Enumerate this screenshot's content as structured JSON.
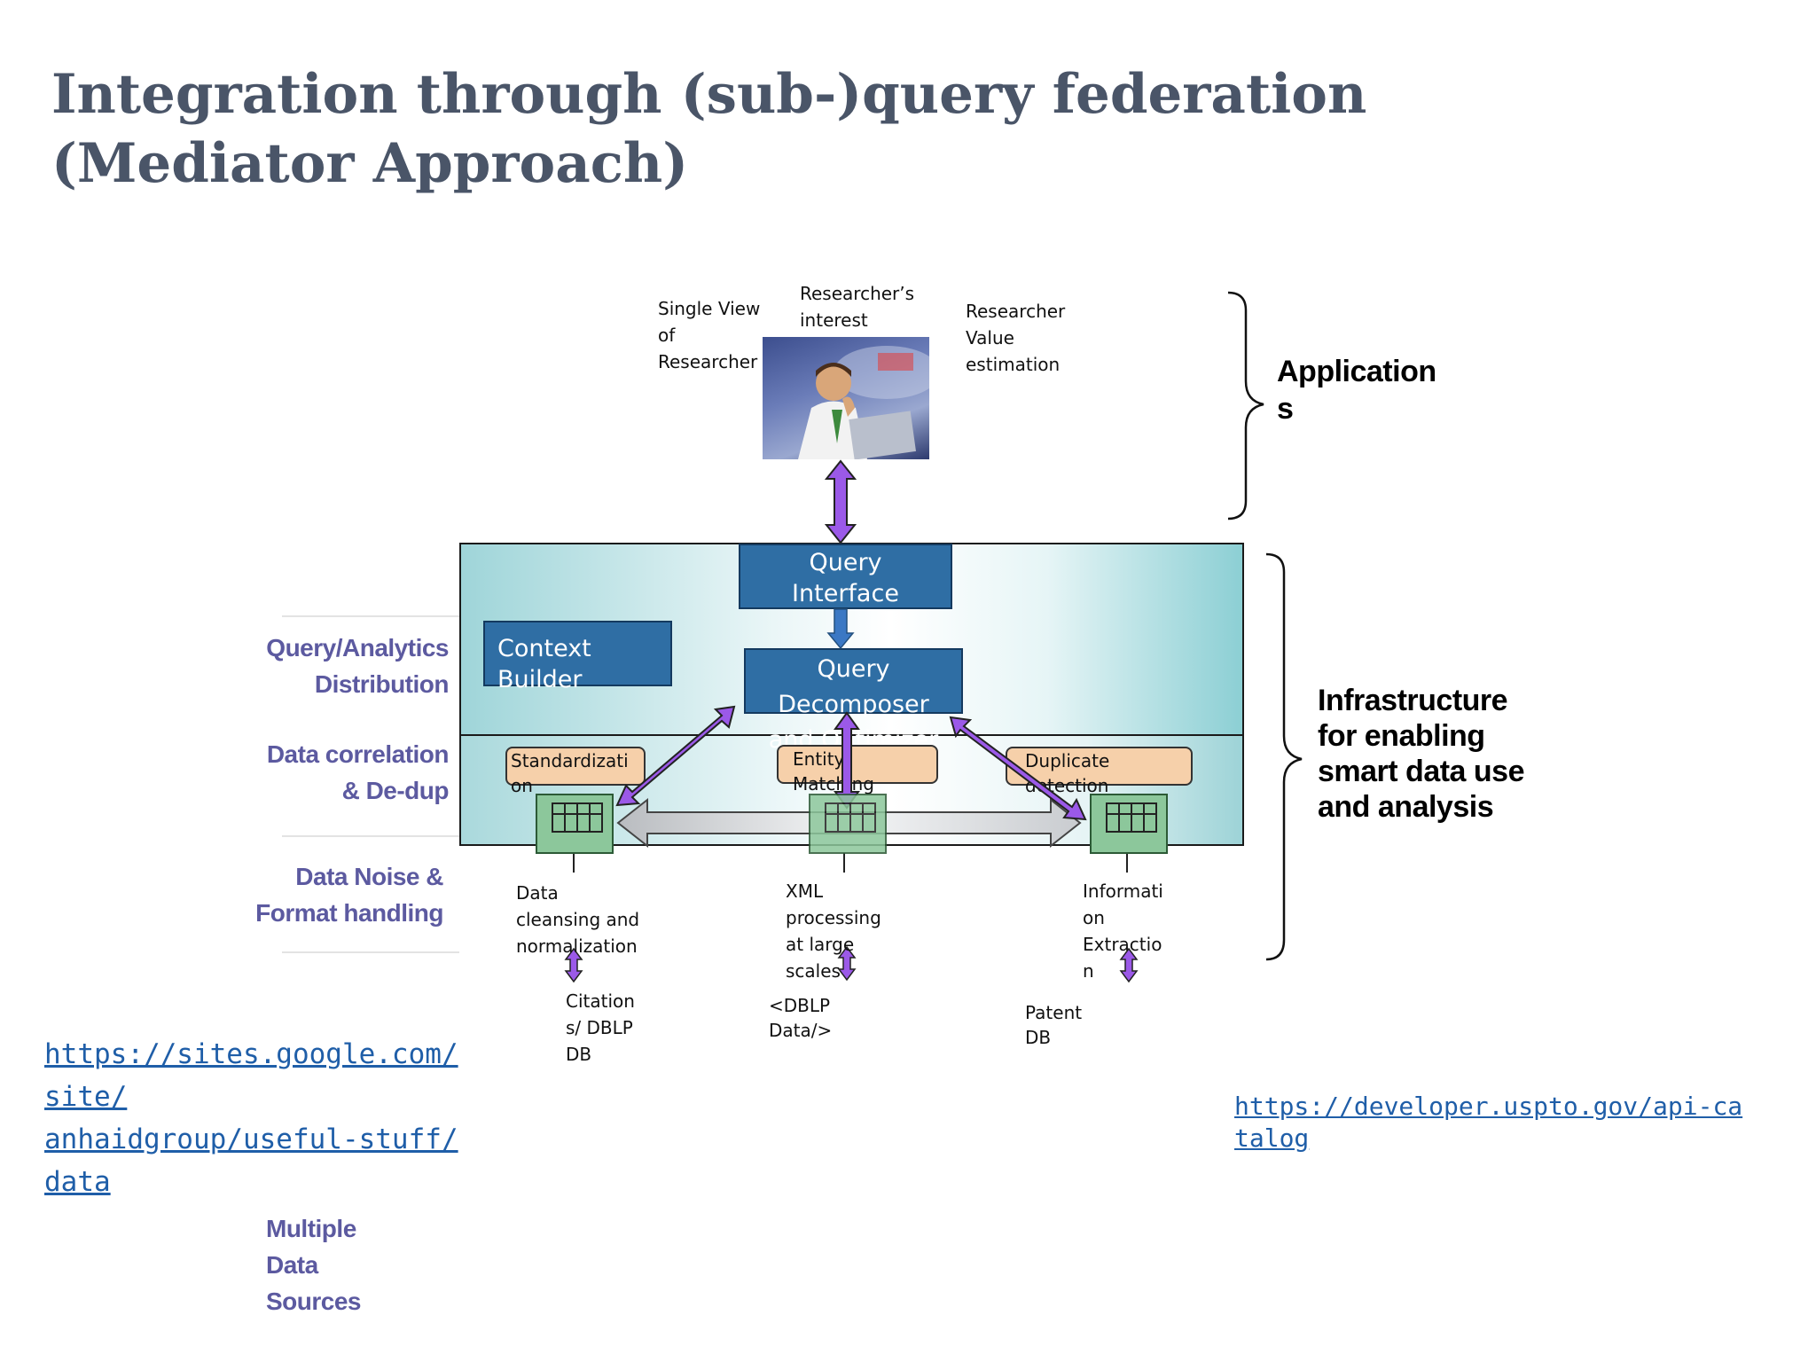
{
  "title": "Integration through (sub-)query federation (Mediator Approach)",
  "applications": {
    "single_view": "Single View\nof\nResearcher",
    "interest_evolution": "Researcher’s\ninterest\nevolution",
    "value_estimation": "Researcher\nValue\nestimation",
    "brace_label": "Application\ns"
  },
  "infrastructure": {
    "brace_label": "Infrastructure\nfor enabling\nsmart  data use\nand  analysis",
    "query_interface": "Query\nInterface",
    "context_builder": "Context\nBuilder",
    "query_decomposer": "Query\nDecomposer\nand Optimizer",
    "standardization": "Standardizati\non",
    "entity_matching": "Entity\nMatching",
    "duplicate_detection": "Duplicate\ndetection"
  },
  "layers": {
    "query_analytics": "Query/Analytics\nDistribution",
    "data_correlation": "Data correlation\n& De-dup",
    "data_noise": "Data Noise &\nFormat handling",
    "multiple_sources": "Multiple\nData Sources"
  },
  "processing": {
    "cleansing": "Data\ncleansing  and\nnormalization",
    "xml": "XML\nprocessing\nat large\nscales",
    "extraction": "Informati\non\nExtractio\nn"
  },
  "sources": {
    "citations": "Citation\ns/  DBLP\nDB",
    "dblp": "<DBLP\nData/>",
    "patent": "Patent\nDB"
  },
  "links": {
    "anhai": "https://sites.google.com/\nsite/\nanhaidgroup/useful-stuff/\ndata",
    "uspto": "https://developer.uspto.gov/api-ca\ntalog"
  },
  "colors": {
    "title": "#4a5568",
    "layer_label": "#5c5aa0",
    "blue_box": "#2f6ea4",
    "peach_box": "#f6d0aa",
    "db_icon": "#8cc79b",
    "arrow_purple": "#9b59e8",
    "link": "#1f5ea8"
  },
  "icons": {
    "researcher_photo": "researcher-photo",
    "database": "table-grid-icon"
  }
}
